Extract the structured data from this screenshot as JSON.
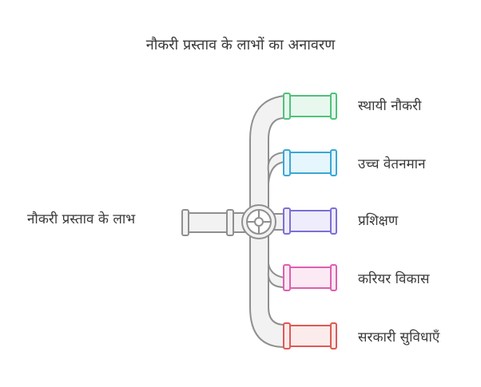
{
  "title": "नौकरी प्रस्ताव के लाभों का अनावरण",
  "source_label": "नौकरी प्रस्ताव के लाभ",
  "branches": [
    {
      "label": "स्थायी नौकरी",
      "fill": "#e8f8ee",
      "stroke": "#4fc27a"
    },
    {
      "label": "उच्च वेतनमान",
      "fill": "#e5f6fc",
      "stroke": "#3aa7d6"
    },
    {
      "label": "प्रशिक्षण",
      "fill": "#efecfb",
      "stroke": "#7b6fd6"
    },
    {
      "label": "करियर विकास",
      "fill": "#fbe9f4",
      "stroke": "#de5fae"
    },
    {
      "label": "सरकारी सुविधाएँ",
      "fill": "#fcebeb",
      "stroke": "#dd5a55"
    }
  ],
  "colors": {
    "pipe_fill": "#f2f2f2",
    "pipe_stroke": "#8f8f8f"
  }
}
